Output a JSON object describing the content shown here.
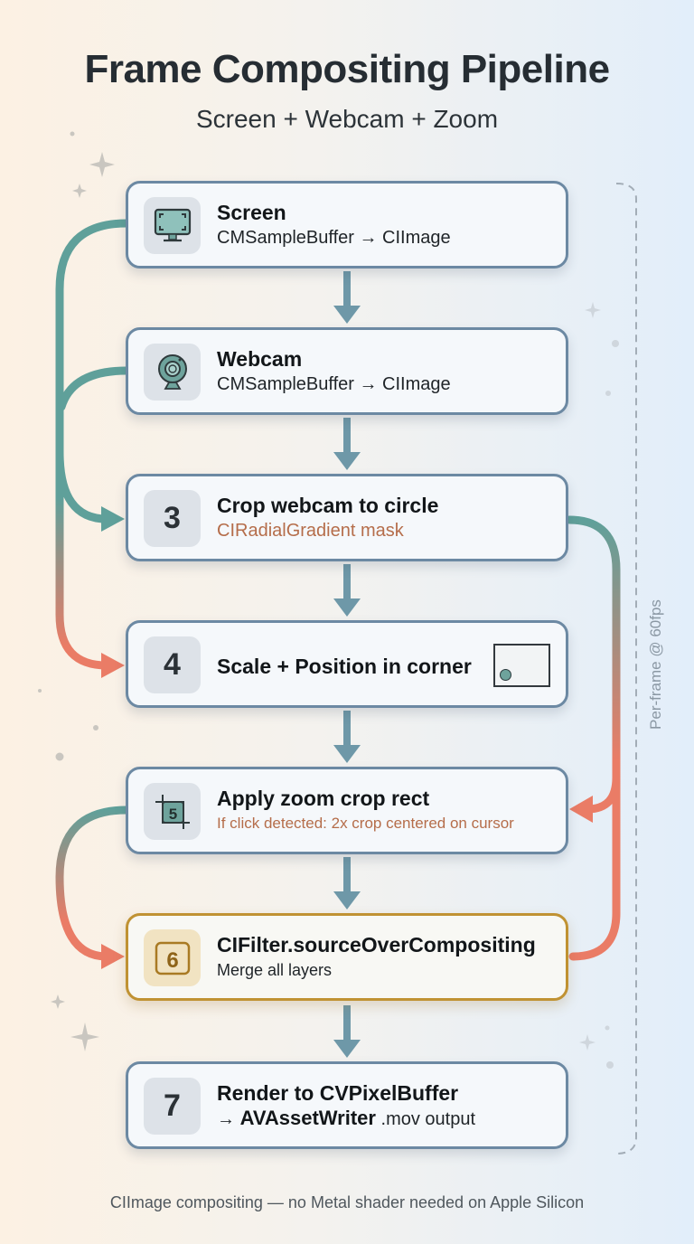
{
  "header": {
    "title": "Frame Compositing Pipeline",
    "subtitle": "Screen + Webcam + Zoom"
  },
  "steps": [
    {
      "id": 1,
      "badge_icon": "monitor-icon",
      "title": "Screen",
      "subtitle": "CMSampleBuffer → CIImage"
    },
    {
      "id": 2,
      "badge_icon": "webcam-icon",
      "title": "Webcam",
      "subtitle": "CMSampleBuffer → CIImage"
    },
    {
      "id": 3,
      "badge": "3",
      "title": "Crop webcam to circle",
      "subtitle": "CIRadialGradient mask"
    },
    {
      "id": 4,
      "badge": "4",
      "title": "Scale + Position in corner",
      "illustration": "corner-frame-icon"
    },
    {
      "id": 5,
      "badge": "5",
      "badge_icon": "crop-icon",
      "title": "Apply zoom crop rect",
      "subtitle": "If click detected: 2x crop centered on cursor"
    },
    {
      "id": 6,
      "badge": "6",
      "title": "CIFilter.sourceOverCompositing",
      "subtitle": "Merge all layers",
      "highlighted": true
    },
    {
      "id": 7,
      "badge": "7",
      "title": "Render to CVPixelBuffer",
      "subtitle_arrow": "→",
      "subtitle_bold": "AVAssetWriter",
      "subtitle_rest": " .mov output"
    }
  ],
  "bracket": {
    "label": "Per-frame @ 60fps"
  },
  "footer": {
    "note": "CIImage compositing — no Metal shader needed on Apple Silicon"
  },
  "colors": {
    "teal": "#5fa09a",
    "coral": "#ea7c66",
    "card_border": "#6c89a3",
    "gold": "#c09233",
    "arrow": "#6e98a8",
    "orange_text": "#b56d4a"
  }
}
